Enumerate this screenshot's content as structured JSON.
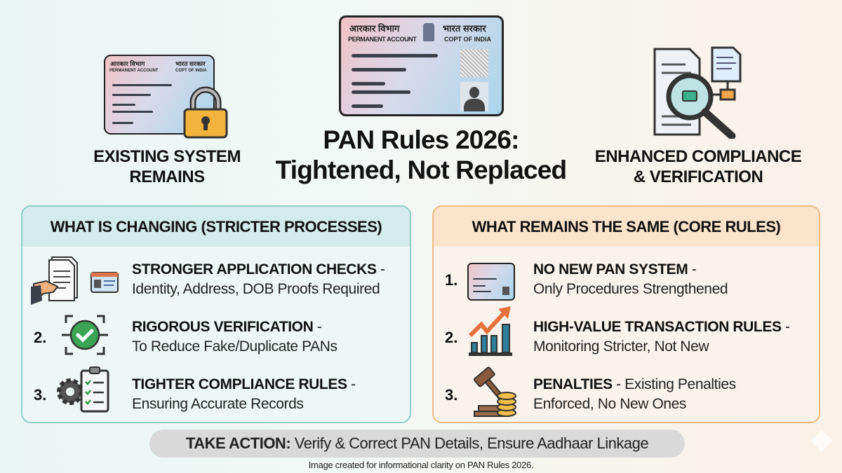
{
  "pan_card": {
    "hindi_left": "आरकार विभाग",
    "english_left": "PERMANENT ACCOUNT",
    "hindi_right": "भारत सरकार",
    "english_right": "COPT OF INDIA"
  },
  "left_caption": [
    "EXISTING SYSTEM",
    "REMAINS"
  ],
  "title": [
    "PAN Rules 2026:",
    "Tightened, Not Replaced"
  ],
  "right_caption": [
    "ENHANCED COMPLIANCE",
    "& VERIFICATION"
  ],
  "changing": {
    "heading": "WHAT IS CHANGING (STRICTER PROCESSES)",
    "border_color": "#8fcfc8",
    "header_color": "#d3ebea",
    "items": [
      {
        "number": "",
        "title": "STRONGER APPLICATION CHECKS",
        "dash": " -",
        "detail": "Identity, Address, DOB Proofs Required",
        "icon": "documents-id-card-icon"
      },
      {
        "number": "2.",
        "title": "RIGOROUS VERIFICATION",
        "dash": " -",
        "detail": "To Reduce Fake/Duplicate PANs",
        "icon": "verified-check-icon"
      },
      {
        "number": "3.",
        "title": "TIGHTER COMPLIANCE RULES",
        "dash": " -",
        "detail": "Ensuring Accurate Records",
        "icon": "gear-checklist-icon"
      }
    ]
  },
  "same": {
    "heading": "WHAT REMAINS THE SAME (CORE RULES)",
    "border_color": "#f0bb80",
    "header_color": "#fbe4cb",
    "items": [
      {
        "number": "1.",
        "title": "NO NEW PAN SYSTEM",
        "dash": " -",
        "detail": "Only Procedures Strengthened",
        "icon": "pan-card-icon"
      },
      {
        "number": "2.",
        "title": "HIGH-VALUE TRANSACTION RULES",
        "dash": " -",
        "detail": "Monitoring Stricter, Not New",
        "icon": "rising-chart-icon"
      },
      {
        "number": "3.",
        "title": "PENALTIES",
        "dash": " - Existing Penalties",
        "detail": "Enforced, No New Ones",
        "icon": "gavel-coins-icon"
      }
    ]
  },
  "action": {
    "label": "TAKE ACTION:",
    "text": " Verify & Correct PAN Details, Ensure Aadhaar Linkage"
  },
  "footnote": "Image created for informational clarity on PAN Rules 2026."
}
